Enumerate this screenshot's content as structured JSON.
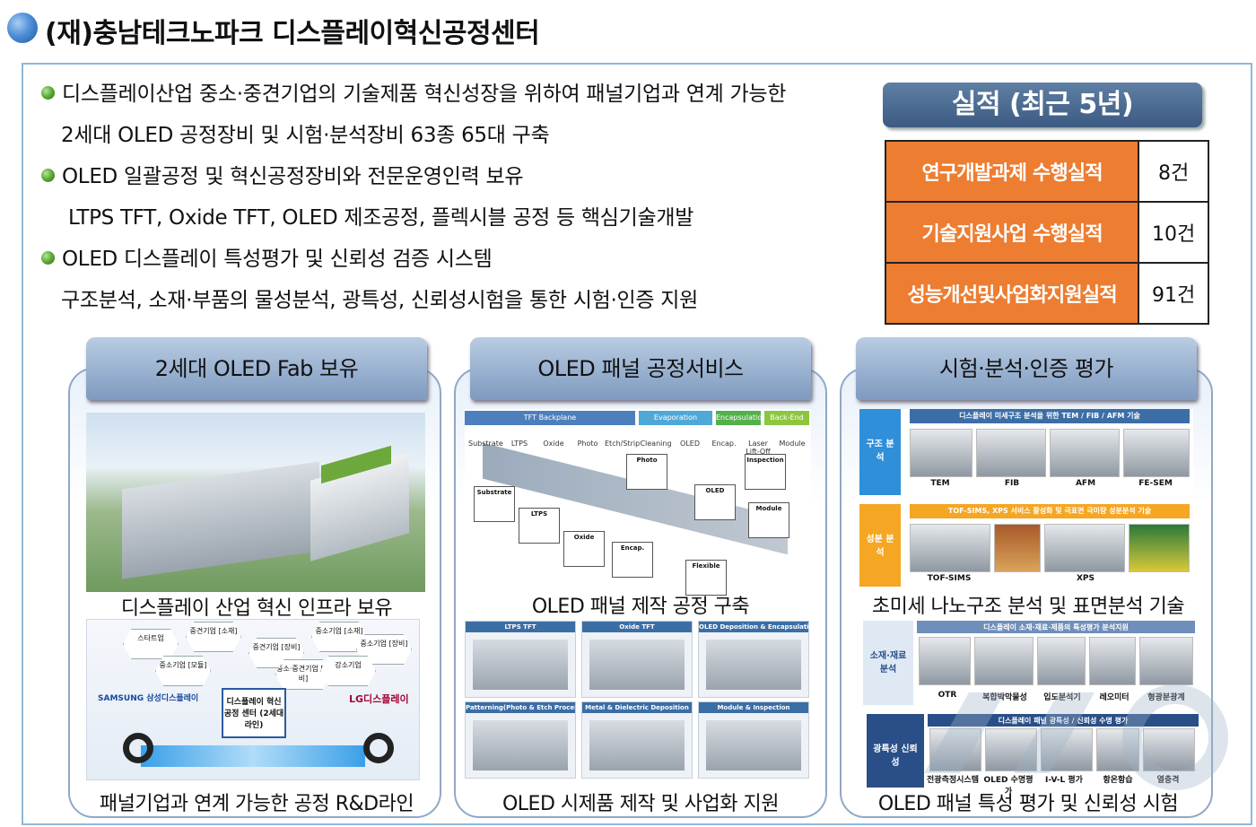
{
  "title": "(재)충남테크노파크 디스플레이혁신공정센터",
  "bullets": [
    {
      "main": "디스플레이산업 중소·중견기업의 기술제품 혁신성장을 위하여 패널기업과 연계 가능한",
      "sub": "2세대 OLED 공정장비 및 시험·분석장비 63종 65대 구축"
    },
    {
      "main": "OLED 일괄공정 및 혁신공정장비와 전문운영인력 보유",
      "sub": "LTPS TFT, Oxide TFT, OLED 제조공정, 플렉시블 공정 등 핵심기술개발"
    },
    {
      "main": "OLED 디스플레이 특성평가 및 신뢰성 검증 시스템",
      "sub": "구조분석, 소재·부품의 물성분석, 광특성, 신뢰성시험을 통한 시험·인증 지원"
    }
  ],
  "performance": {
    "title": "실적 (최근 5년)",
    "rows": [
      {
        "label": "연구개발과제 수행실적",
        "value": "8건"
      },
      {
        "label": "기술지원사업 수행실적",
        "value": "10건"
      },
      {
        "label": "성능개선및사업화지원실적",
        "value": "91건"
      }
    ]
  },
  "panels": [
    {
      "title": "2세대 OLED Fab 보유",
      "caption_top": "디스플레이 산업 혁신 인프라 보유",
      "caption_bottom": "패널기업과 연계 가능한 공정 R&D라인",
      "diagram": {
        "center": "디스플레이 혁신공정 센터 (2세대 라인)",
        "samsung": "SAMSUNG 삼성디스플레이",
        "lg": "LG디스플레이",
        "nodes": [
          "스타트업",
          "중견기업 [소재]",
          "중견기업 [장비]",
          "중소기업 [소재]",
          "중소기업 [장비]",
          "중소기업 [모듈]",
          "중소·중견기업 [장비]",
          "강소기업"
        ]
      }
    },
    {
      "title": "OLED 패널 공정서비스",
      "caption_top": "OLED 패널 제작 공정 구축",
      "caption_bottom": "OLED 시제품 제작 및 사업화 지원",
      "phases": [
        "TFT Backplane",
        "Evaporation",
        "Encapsulation",
        "Back-End"
      ],
      "steps": [
        "Substrate",
        "LTPS",
        "Oxide",
        "Photo",
        "Etch/Strip",
        "Cleaning",
        "OLED",
        "Encap.",
        "Laser Lift-Off",
        "Module"
      ],
      "blocks": [
        "Substrate",
        "LTPS",
        "Oxide",
        "Photo",
        "OLED",
        "Encap.",
        "Inspection",
        "Module",
        "Flexible"
      ],
      "grid": [
        "LTPS TFT",
        "Oxide TFT",
        "OLED Deposition & Encapsulation",
        "Patterning(Photo & Etch Process)",
        "Metal & Dielectric Deposition",
        "Module & Inspection"
      ]
    },
    {
      "title": "시험·분석·인증 평가",
      "caption_top": "초미세 나노구조 분석 및 표면분석 기술",
      "caption_bottom": "OLED 패널 특성 평가 및 신뢰성 시험",
      "sections": [
        {
          "side": "구조 분석",
          "header": "디스플레이 미세구조 분석을 위한 TEM / FIB / AFM 기술",
          "items": [
            "TEM",
            "FIB",
            "AFM",
            "FE-SEM"
          ]
        },
        {
          "side": "성분 분석",
          "header": "TOF-SIMS, XPS 서비스 활성화 및 극표면 극미량 성분분석 기술",
          "items": [
            "TOF-SIMS",
            "XPS"
          ]
        },
        {
          "side": "소재·재료 분석",
          "header": "디스플레이 소재·재료·제품의 특성평가 분석지원",
          "items": [
            "OTR",
            "복합박막물성",
            "입도분석기",
            "레오미터",
            "형광분광계"
          ]
        },
        {
          "side": "광특성 신뢰성",
          "header": "디스플레이 패널 광특성 / 신뢰성 수명 평가",
          "items": [
            "전광측정시스템",
            "OLED 수명평가",
            "I-V-L 평가",
            "항온항습",
            "열충격"
          ]
        }
      ]
    }
  ],
  "colors": {
    "accent_orange": "#ed7d31",
    "head_blue": "#4f6f97",
    "bullet_green": "#5aa832"
  }
}
